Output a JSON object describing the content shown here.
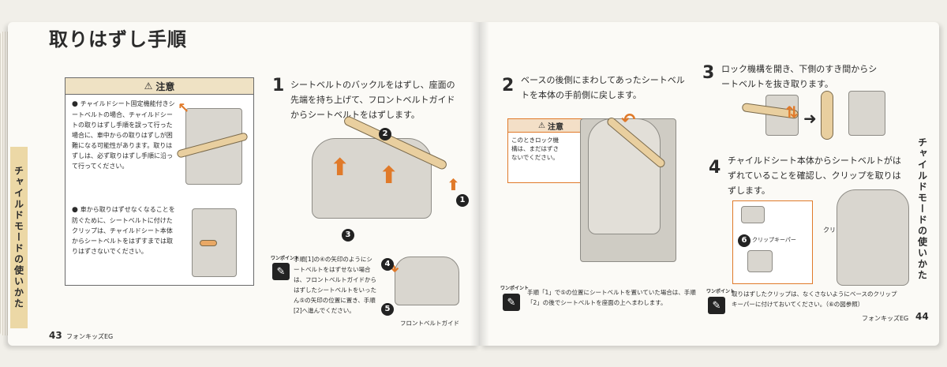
{
  "left_page": {
    "title": "取りはずし手順",
    "caution": {
      "header": "注意",
      "item1": "チャイルドシート固定機能付きシートベルトの場合、チャイルドシートの取りはずし手順を誤って行った場合に、車中からの取りはずしが困難になる可能性があります。取りはずしは、必ず取りはずし手順に沿って行ってください。",
      "item2": "車から取りはずせなくなることを防ぐために、シートベルトに付けたクリップは、チャイルドシート本体からシートベルトをはずすまでは取りはずさないでください。"
    },
    "step1": {
      "num": "1",
      "text": "シートベルトのバックルをはずし、座面の先端を持ち上げて、フロントベルトガイドからシートベルトをはずします。"
    },
    "labels": {
      "c1": "1",
      "c2": "2",
      "c3": "3",
      "c4": "4",
      "c5": "5"
    },
    "onepoint": {
      "label": "ワンポイント",
      "text": "手順[1]の④の矢印のようにシートベルトをはずせない場合は、フロントベルトガイドからはずしたシートベルトをいったん⑤の矢印の位置に置き、手順[2]へ進んでください。"
    },
    "front_belt_guide": "フロントベルトガイド",
    "page_num": "43",
    "model": "フォンキッズEG",
    "side_tab": "チャイルドモードの使いかた"
  },
  "right_page": {
    "step2": {
      "num": "2",
      "text": "ベースの後側にまわしてあったシートベルトを本体の手前側に戻します。"
    },
    "caution2": {
      "header": "注意",
      "text": "このときロック機構は、まだはずさないでください。"
    },
    "step3": {
      "num": "3",
      "text": "ロック機構を開き、下側のすき間からシートベルトを抜き取ります。"
    },
    "step4": {
      "num": "4",
      "text": "チャイルドシート本体からシートベルトがはずれていることを確認し、クリップを取りはずします。"
    },
    "clip_label": "クリップ",
    "clip_keeper_label": "クリップキーパー",
    "c6": "6",
    "onepoint1": {
      "label": "ワンポイント",
      "text": "手順「1」で⑤の位置にシートベルトを置いていた場合は、手順「2」の後でシートベルトを座面の上へまわします。"
    },
    "onepoint2": {
      "label": "ワンポイント",
      "text": "取りはずしたクリップは、なくさないようにベースのクリップキーパーに付けておいてください。（⑥の図参照）"
    },
    "page_num": "44",
    "model": "フォンキッズEG",
    "side_tab": "チャイルドモードの使いかた"
  }
}
